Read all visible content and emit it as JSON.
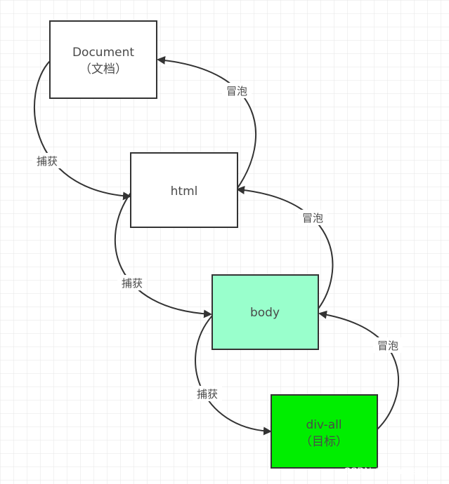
{
  "nodes": [
    {
      "id": "document",
      "lines": [
        "Document",
        "（文档）"
      ],
      "fill": "#ffffff"
    },
    {
      "id": "html",
      "lines": [
        "html"
      ],
      "fill": "#ffffff"
    },
    {
      "id": "body",
      "lines": [
        "body"
      ],
      "fill": "#99ffcc"
    },
    {
      "id": "div-all",
      "lines": [
        "div-all",
        "（目标）"
      ],
      "fill": "#00ee00"
    }
  ],
  "edges": [
    {
      "id": "capture-1",
      "label": "捕获"
    },
    {
      "id": "bubble-1",
      "label": "冒泡"
    },
    {
      "id": "capture-2",
      "label": "捕获"
    },
    {
      "id": "bubble-2",
      "label": "冒泡"
    },
    {
      "id": "capture-3",
      "label": "捕获"
    },
    {
      "id": "bubble-3",
      "label": "冒泡"
    }
  ],
  "colors": {
    "grid": "#e6e6e6",
    "stroke": "#333333",
    "text": "#4a4a4a"
  },
  "watermark": "CSDN @Princess_ya"
}
